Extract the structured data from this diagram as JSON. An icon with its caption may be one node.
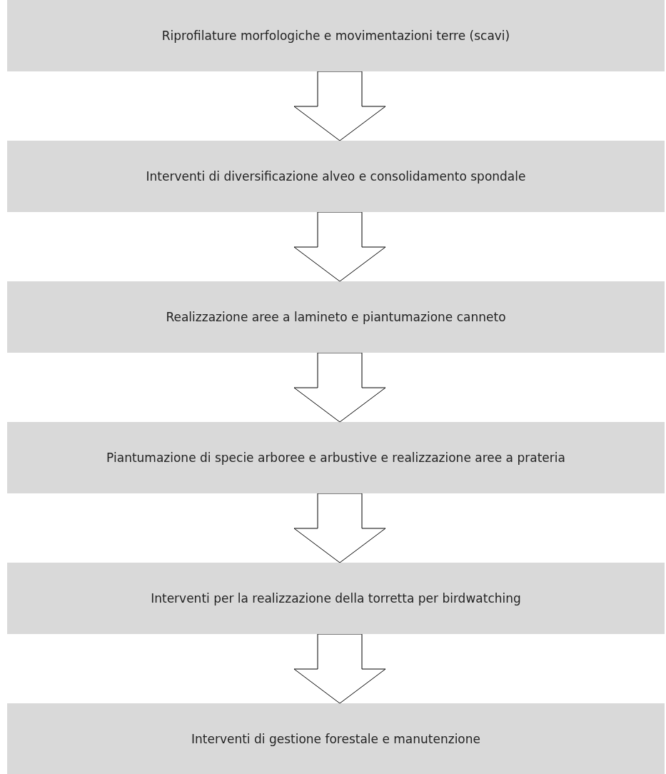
{
  "diagram": {
    "nodes": [
      {
        "text": [
          "Riprofilature morfologiche e movimentazioni terre (scavi)"
        ]
      },
      {
        "text": [
          "Interventi di diversificazione alveo e consolidamento spondale"
        ]
      },
      {
        "text": [
          "Realizzazione aree a lamineto e piantumazione canneto"
        ]
      },
      {
        "text": [
          "Piantumazione di specie arboree e arbustive e realizzazione aree a prateria"
        ]
      },
      {
        "text": [
          "Interventi per la realizzazione della torretta per birdwatching"
        ]
      },
      {
        "text": [
          "Interventi di gestione forestale e manutenzione"
        ]
      }
    ],
    "edges": [
      {
        "from": 0,
        "to": 1,
        "arrow": "to"
      },
      {
        "from": 1,
        "to": 2,
        "arrow": "to"
      },
      {
        "from": 2,
        "to": 3,
        "arrow": "to"
      },
      {
        "from": 3,
        "to": 4,
        "arrow": "to"
      },
      {
        "from": 4,
        "to": 5,
        "arrow": "to"
      }
    ]
  }
}
